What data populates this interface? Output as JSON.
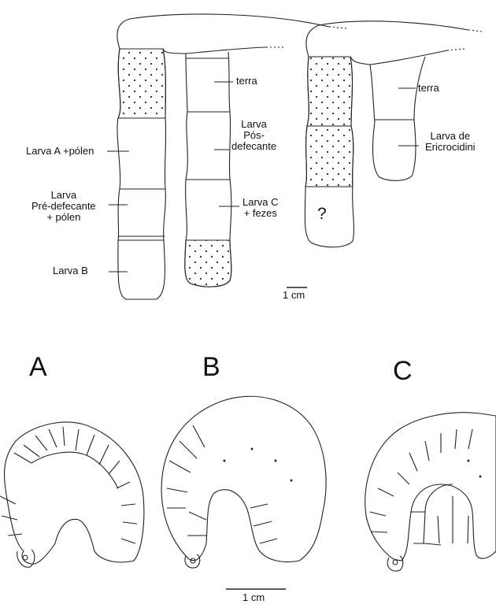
{
  "nest_diagram": {
    "labels": {
      "terra_1": "terra",
      "larva_pos": [
        "Larva",
        "Pós-",
        "defecante"
      ],
      "larva_a": "Larva A +pólen",
      "larva_pre": [
        "Larva",
        "Pré-defecante",
        "+ pólen"
      ],
      "larva_c": [
        "Larva C",
        "+ fezes"
      ],
      "larva_b": "Larva B",
      "terra_2": "terra",
      "larva_eric": [
        "Larva de",
        "Ericrocidini"
      ],
      "unknown_cell": "?"
    },
    "scale": "1 cm"
  },
  "larvae": {
    "panel_letters": [
      "A",
      "B",
      "C"
    ],
    "scale": "1 cm"
  }
}
